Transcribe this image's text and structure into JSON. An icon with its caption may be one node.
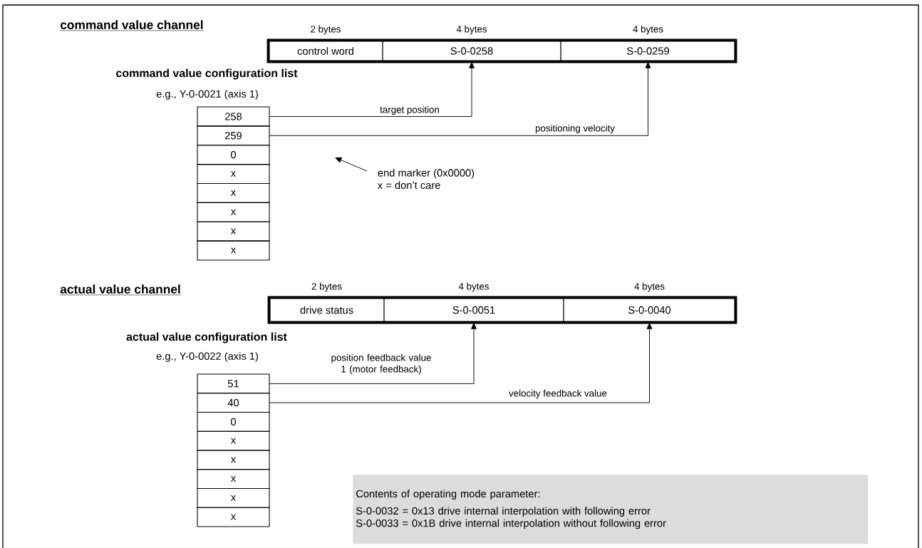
{
  "diagram": {
    "nodes": [
      {
        "text": [
          "control word"
        ],
        "beside": [
          "2 bytes"
        ]
      },
      {
        "text": [
          "S-0-0258"
        ],
        "beside": [
          "4 bytes"
        ]
      },
      {
        "text": [
          "S-0-0259"
        ],
        "beside": [
          "4 bytes"
        ]
      },
      {
        "text": [
          "258"
        ]
      },
      {
        "text": [
          "259"
        ]
      },
      {
        "text": [
          "0"
        ]
      },
      {
        "text": [
          "x"
        ]
      },
      {
        "text": [
          "x"
        ]
      },
      {
        "text": [
          "x"
        ]
      },
      {
        "text": [
          "x"
        ]
      },
      {
        "text": [
          "x"
        ]
      },
      {
        "text": [
          "end marker (0x0000)",
          "x = don’t care"
        ]
      },
      {
        "text": [
          "drive status"
        ],
        "beside": [
          "2 bytes"
        ]
      },
      {
        "text": [
          "S-0-0051"
        ],
        "beside": [
          "4 bytes"
        ]
      },
      {
        "text": [
          "S-0-0040"
        ],
        "beside": [
          "4 bytes"
        ]
      },
      {
        "text": [
          "51"
        ]
      },
      {
        "text": [
          "40"
        ]
      },
      {
        "text": [
          "0"
        ]
      },
      {
        "text": [
          "x"
        ]
      },
      {
        "text": [
          "x"
        ]
      },
      {
        "text": [
          "x"
        ]
      },
      {
        "text": [
          "x"
        ]
      },
      {
        "text": [
          "x"
        ]
      },
      {
        "text": [
          "Contents of operating mode parameter:",
          "S-0-0032 = 0x13  drive internal interpolation with following error",
          "S-0-0033 = 0x1B  drive internal interpolation without following error"
        ]
      }
    ],
    "edges": [
      {
        "from": 3,
        "to": 1,
        "arrow": "to",
        "label": "target position"
      },
      {
        "from": 4,
        "to": 2,
        "arrow": "to",
        "label": "positioning velocity"
      },
      {
        "from": 11,
        "to": null,
        "arrow": "to"
      },
      {
        "from": 15,
        "to": 13,
        "arrow": "to",
        "label": "position feedback value 1 (motor feedback)"
      },
      {
        "from": 16,
        "to": 14,
        "arrow": "to",
        "label": "velocity feedback value"
      }
    ],
    "labels": [
      "command value channel",
      "command value configuration list",
      "e.g., Y-0-0021 (axis 1)",
      "actual value channel",
      "actual value configuration list",
      "e.g., Y-0-0022 (axis 1)"
    ]
  }
}
